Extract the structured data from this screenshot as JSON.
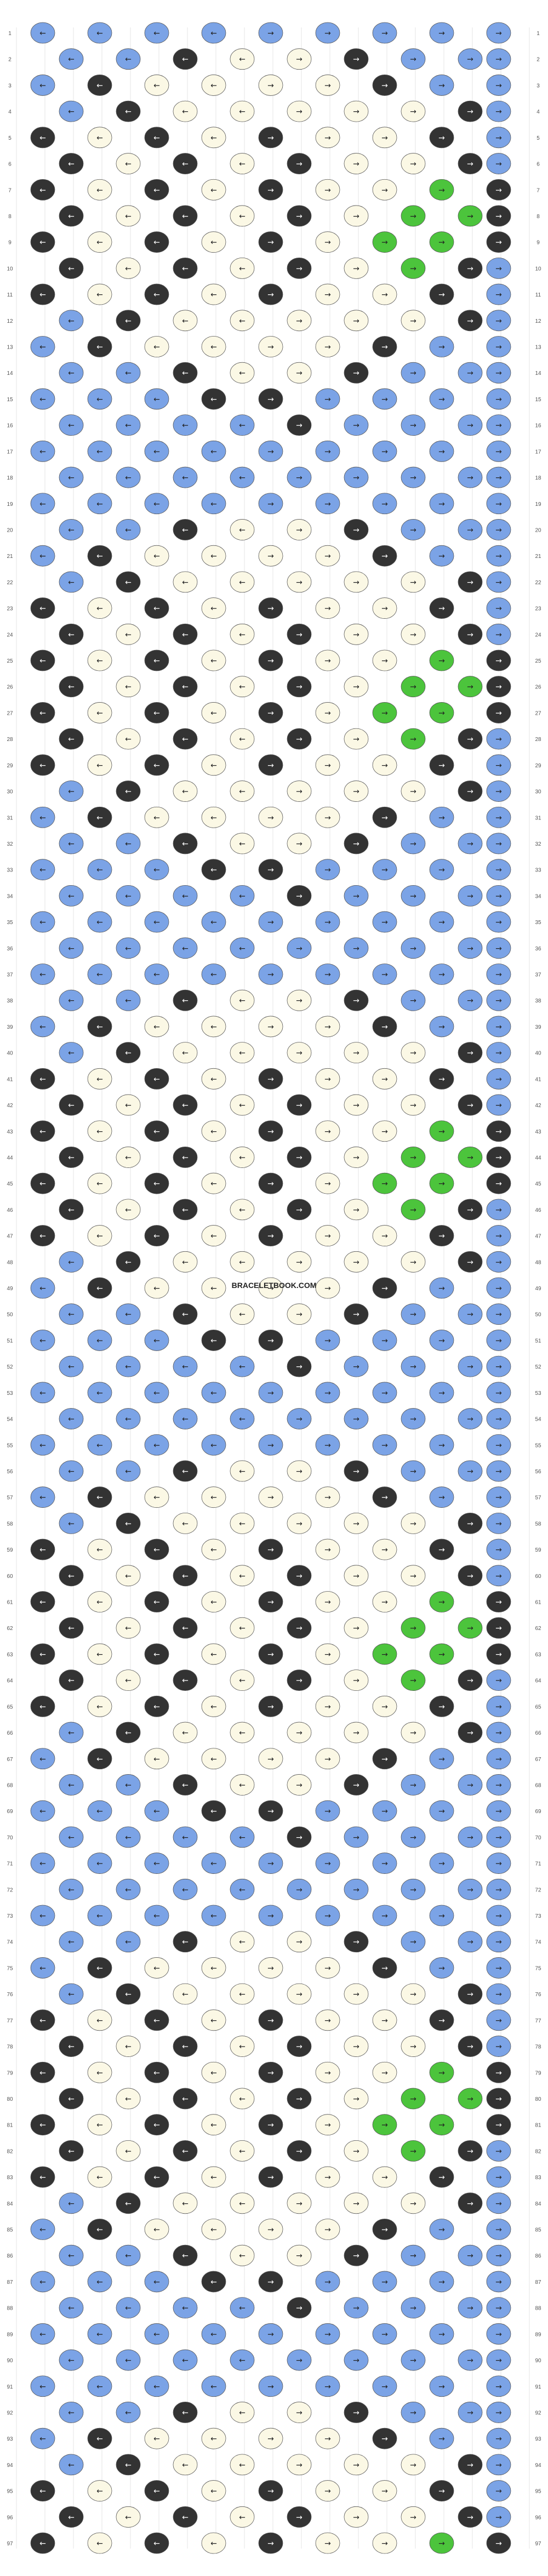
{
  "site": {
    "watermark": "BRACELETBOOK.COM"
  },
  "pattern": {
    "rows": 97,
    "knots_per_row": 9,
    "colors": {
      "A": "#7ba3e6",
      "B": "#fbf8e5",
      "C": "#333333",
      "D": "#4cc43c"
    },
    "strings_top": [
      "A",
      "A",
      "B",
      "A",
      "A",
      "A",
      "A",
      "A",
      "A",
      "A",
      "A",
      "A",
      "A",
      "A",
      "A",
      "A",
      "A",
      "A",
      "C"
    ],
    "strings_top_order_note": "",
    "string_colors": [
      "A",
      "C",
      "B",
      "A",
      "A",
      "A",
      "A",
      "A",
      "A",
      "A",
      "A",
      "A",
      "D",
      "A",
      "A",
      "A",
      "A",
      "A",
      "C"
    ],
    "motif_period": 18,
    "motif_rows": [
      "AAAAAAAAA",
      "AACBBCAAA",
      "ACBBBBCAA",
      "ACBBBBBCA",
      "CBCBCBBCA",
      "CBCBCBBCA",
      "CBCBCBBDC",
      "CBCBCBDDC",
      "CBCBCBDDC",
      "CBCBCBDCA",
      "CBCBCBBCA",
      "ACBBBBBCA",
      "ACBBBBCAA",
      "AACBBCAAA",
      "AAACCAAAA",
      "AAAACAAAA",
      "AAAAAAAAA",
      "AAAAAAAAA"
    ]
  }
}
